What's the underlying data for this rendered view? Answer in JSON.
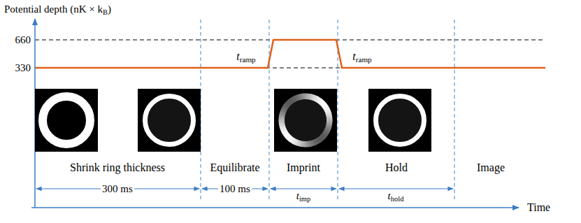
{
  "diagram": {
    "labels": [
      "Potential depth (nK × k",
      "B",
      ")",
      "660",
      "330",
      "t",
      "ramp",
      "t",
      "ramp",
      "Shrink ring thickness",
      "Equilibrate",
      "Imprint",
      "Hold",
      "Image",
      "300 ms",
      "100 ms",
      "t",
      "imp",
      "t",
      "hold",
      "Time"
    ]
  }
}
